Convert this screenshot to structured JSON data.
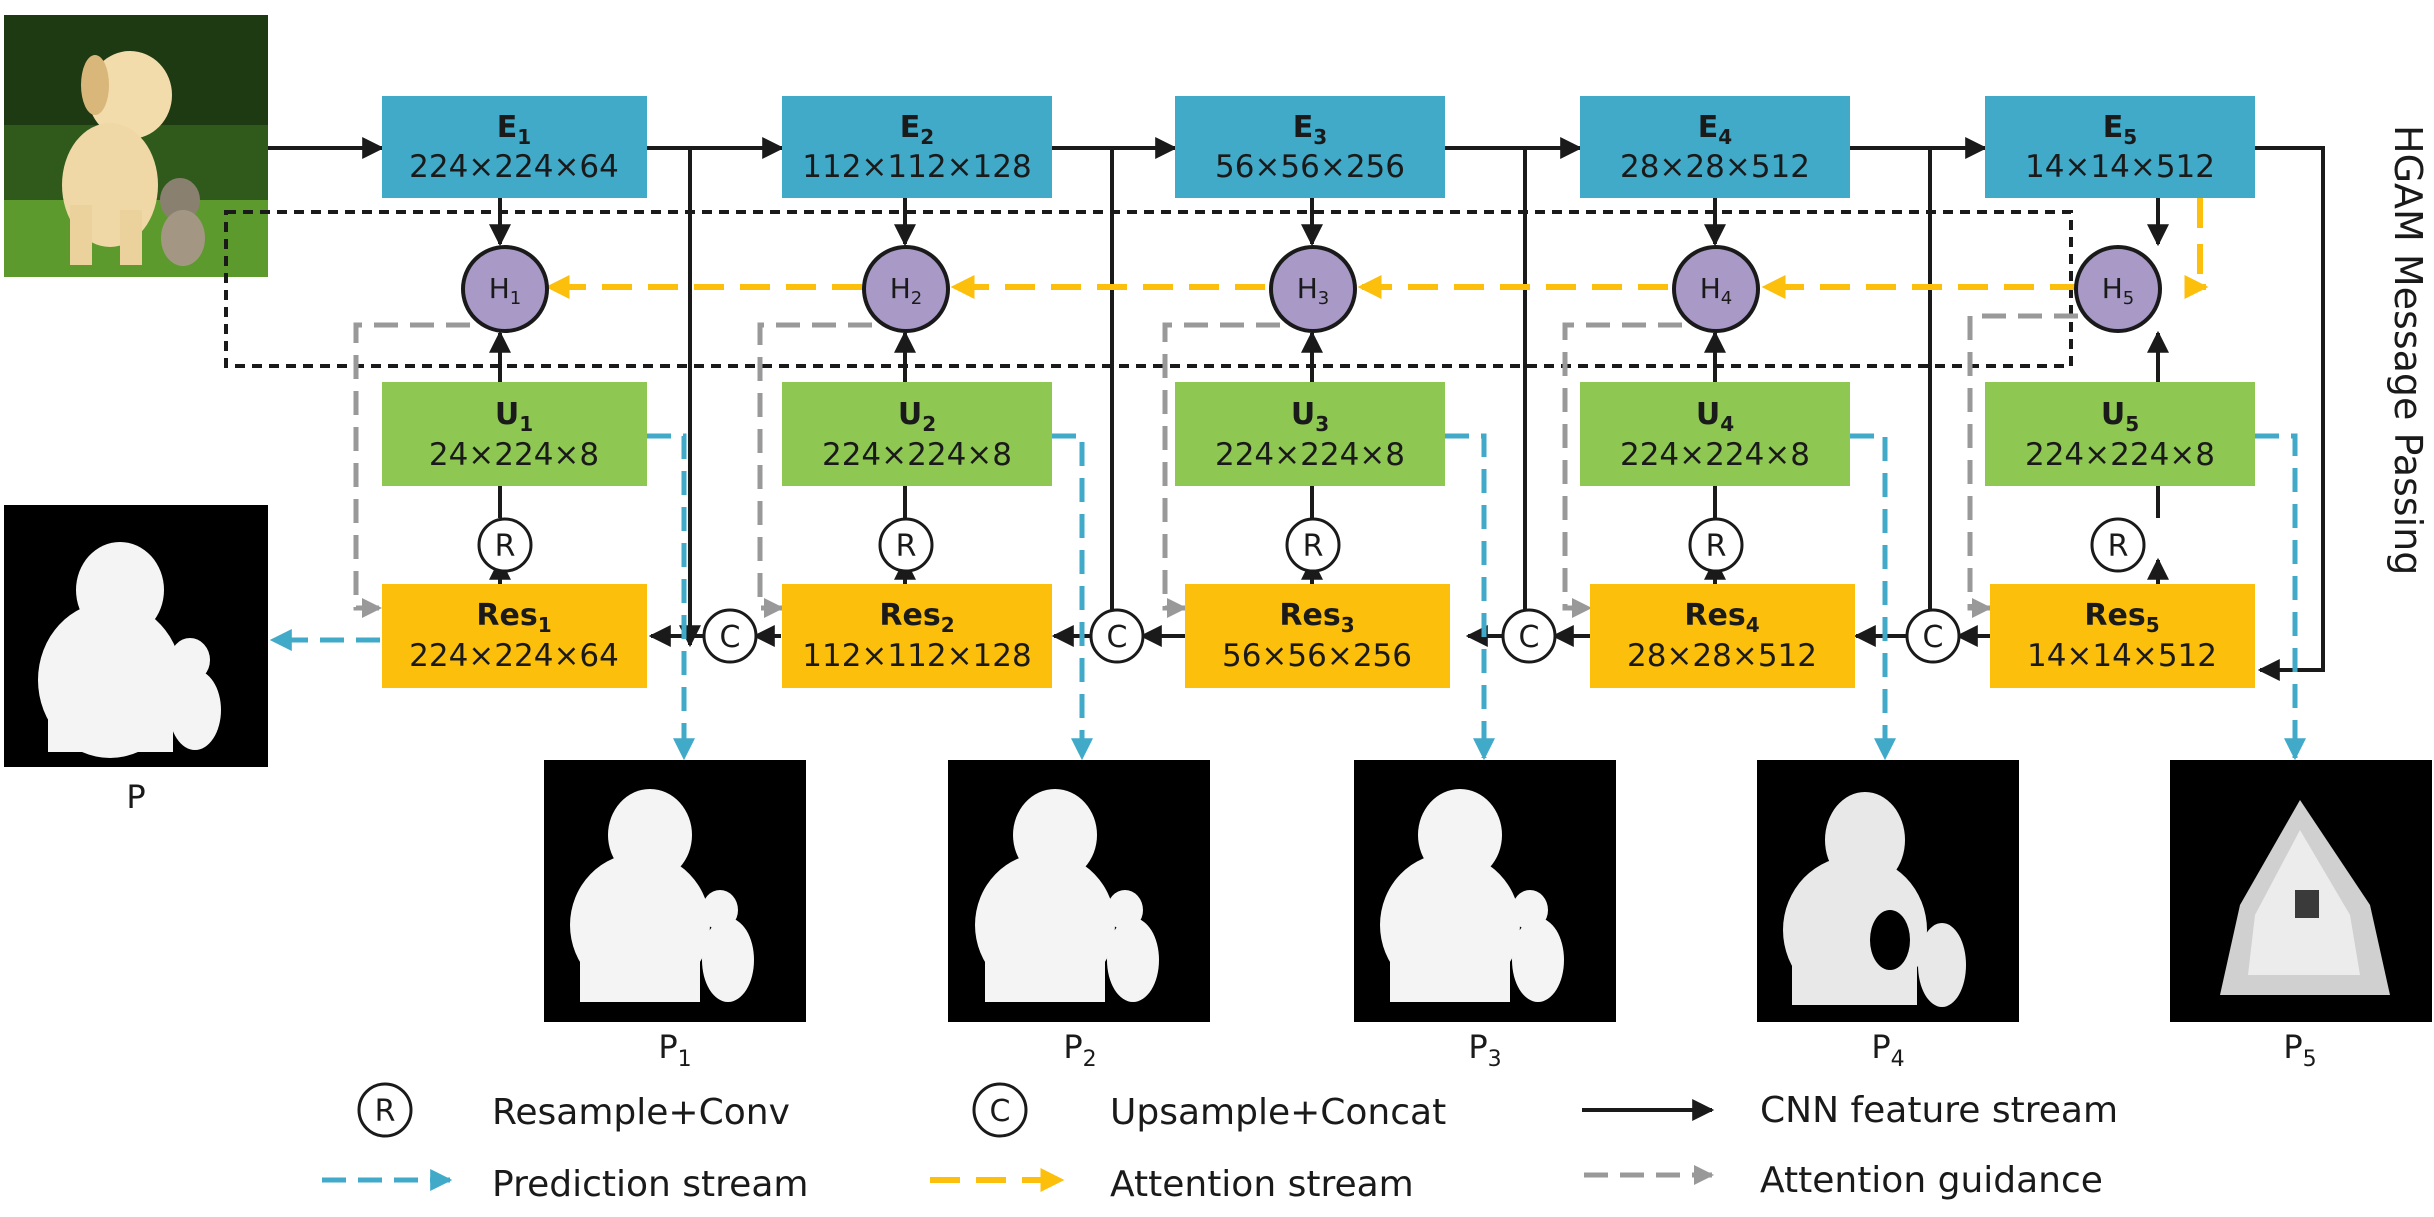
{
  "side_label": "HGAM Message Passing",
  "encoders": [
    {
      "label": "E",
      "sub": "1",
      "dims": "224×224×64"
    },
    {
      "label": "E",
      "sub": "2",
      "dims": "112×112×128"
    },
    {
      "label": "E",
      "sub": "3",
      "dims": "56×56×256"
    },
    {
      "label": "E",
      "sub": "4",
      "dims": "28×28×512"
    },
    {
      "label": "E",
      "sub": "5",
      "dims": "14×14×512"
    }
  ],
  "hgam_nodes": [
    {
      "label": "H",
      "sub": "1"
    },
    {
      "label": "H",
      "sub": "2"
    },
    {
      "label": "H",
      "sub": "3"
    },
    {
      "label": "H",
      "sub": "4"
    },
    {
      "label": "H",
      "sub": "5"
    }
  ],
  "upsample_blocks": [
    {
      "label": "U",
      "sub": "1",
      "dims": "24×224×8"
    },
    {
      "label": "U",
      "sub": "2",
      "dims": "224×224×8"
    },
    {
      "label": "U",
      "sub": "3",
      "dims": "224×224×8"
    },
    {
      "label": "U",
      "sub": "4",
      "dims": "224×224×8"
    },
    {
      "label": "U",
      "sub": "5",
      "dims": "224×224×8"
    }
  ],
  "res_blocks": [
    {
      "label": "Res",
      "sub": "1",
      "dims": "224×224×64"
    },
    {
      "label": "Res",
      "sub": "2",
      "dims": "112×112×128"
    },
    {
      "label": "Res",
      "sub": "3",
      "dims": "56×56×256"
    },
    {
      "label": "Res",
      "sub": "4",
      "dims": "28×28×512"
    },
    {
      "label": "Res",
      "sub": "5",
      "dims": "14×14×512"
    }
  ],
  "resample_symbol": "R",
  "concat_symbol": "C",
  "predictions": [
    {
      "label": "P",
      "sub": "1"
    },
    {
      "label": "P",
      "sub": "2"
    },
    {
      "label": "P",
      "sub": "3"
    },
    {
      "label": "P",
      "sub": "4"
    },
    {
      "label": "P",
      "sub": "5"
    }
  ],
  "final_prediction": {
    "label": "P"
  },
  "legend": {
    "resample": "Resample+Conv",
    "concat": "Upsample+Concat",
    "cnn": "CNN feature stream",
    "prediction": "Prediction stream",
    "attention": "Attention stream",
    "guidance": "Attention guidance"
  },
  "colors": {
    "encoder": "#40aac8",
    "upsample": "#8fc753",
    "res": "#fcbf0b",
    "hgam_node": "#a899c7",
    "cnn_stream": "#1a1a1a",
    "prediction_stream": "#40aac8",
    "attention_stream": "#fcbf0b",
    "attention_guidance": "#999999"
  }
}
